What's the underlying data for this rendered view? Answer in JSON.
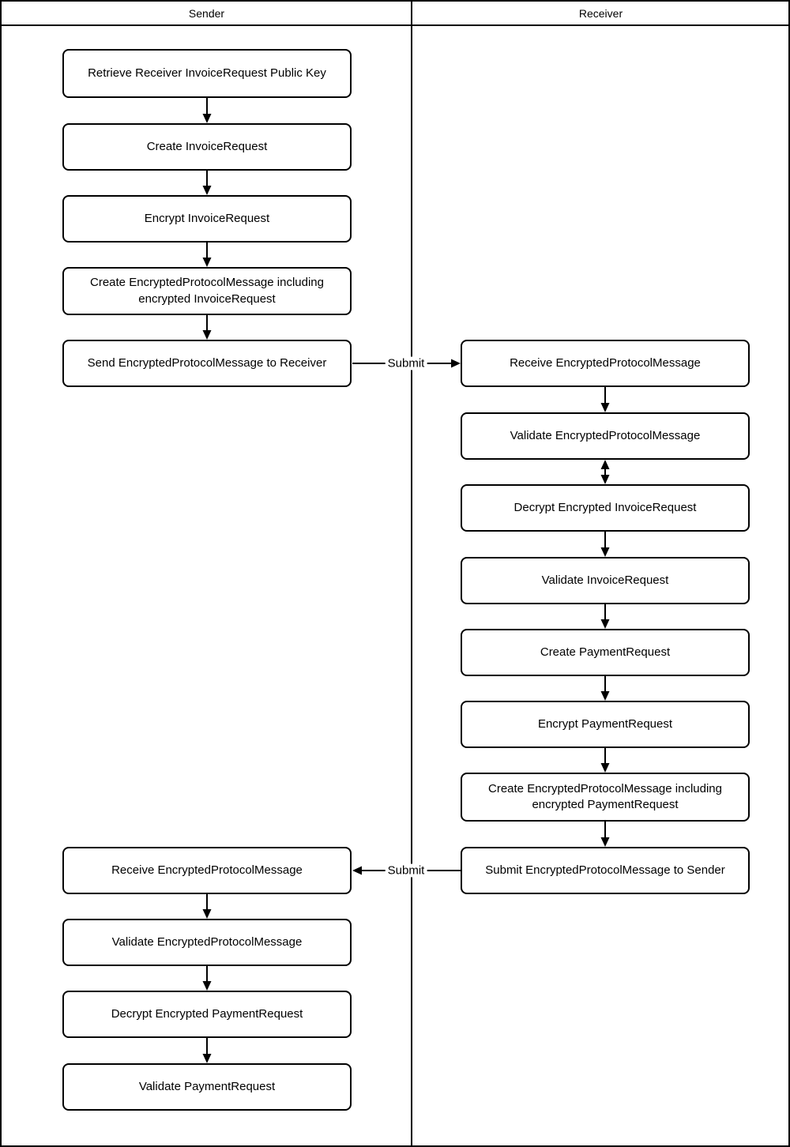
{
  "diagram": {
    "type": "swimlane-flowchart",
    "colors": {
      "stroke": "#000000",
      "background": "#ffffff",
      "text": "#000000"
    },
    "lanes": [
      {
        "title": "Sender",
        "boxes": [
          {
            "label": "Retrieve Receiver InvoiceRequest Public Key"
          },
          {
            "label": "Create InvoiceRequest"
          },
          {
            "label": "Encrypt InvoiceRequest"
          },
          {
            "label": "Create EncryptedProtocolMessage including encrypted InvoiceRequest"
          },
          {
            "label": "Send EncryptedProtocolMessage to Receiver"
          },
          {
            "label": "Receive EncryptedProtocolMessage"
          },
          {
            "label": "Validate EncryptedProtocolMessage"
          },
          {
            "label": "Decrypt Encrypted PaymentRequest"
          },
          {
            "label": "Validate PaymentRequest"
          }
        ]
      },
      {
        "title": "Receiver",
        "boxes": [
          {
            "label": "Receive EncryptedProtocolMessage"
          },
          {
            "label": "Validate EncryptedProtocolMessage"
          },
          {
            "label": "Decrypt Encrypted InvoiceRequest"
          },
          {
            "label": "Validate InvoiceRequest"
          },
          {
            "label": "Create PaymentRequest"
          },
          {
            "label": "Encrypt PaymentRequest"
          },
          {
            "label": "Create EncryptedProtocolMessage including encrypted PaymentRequest"
          },
          {
            "label": "Submit EncryptedProtocolMessage to Sender"
          }
        ]
      }
    ],
    "arrow_labels": {
      "submit_to_receiver": "Submit",
      "submit_to_sender": "Submit"
    }
  }
}
